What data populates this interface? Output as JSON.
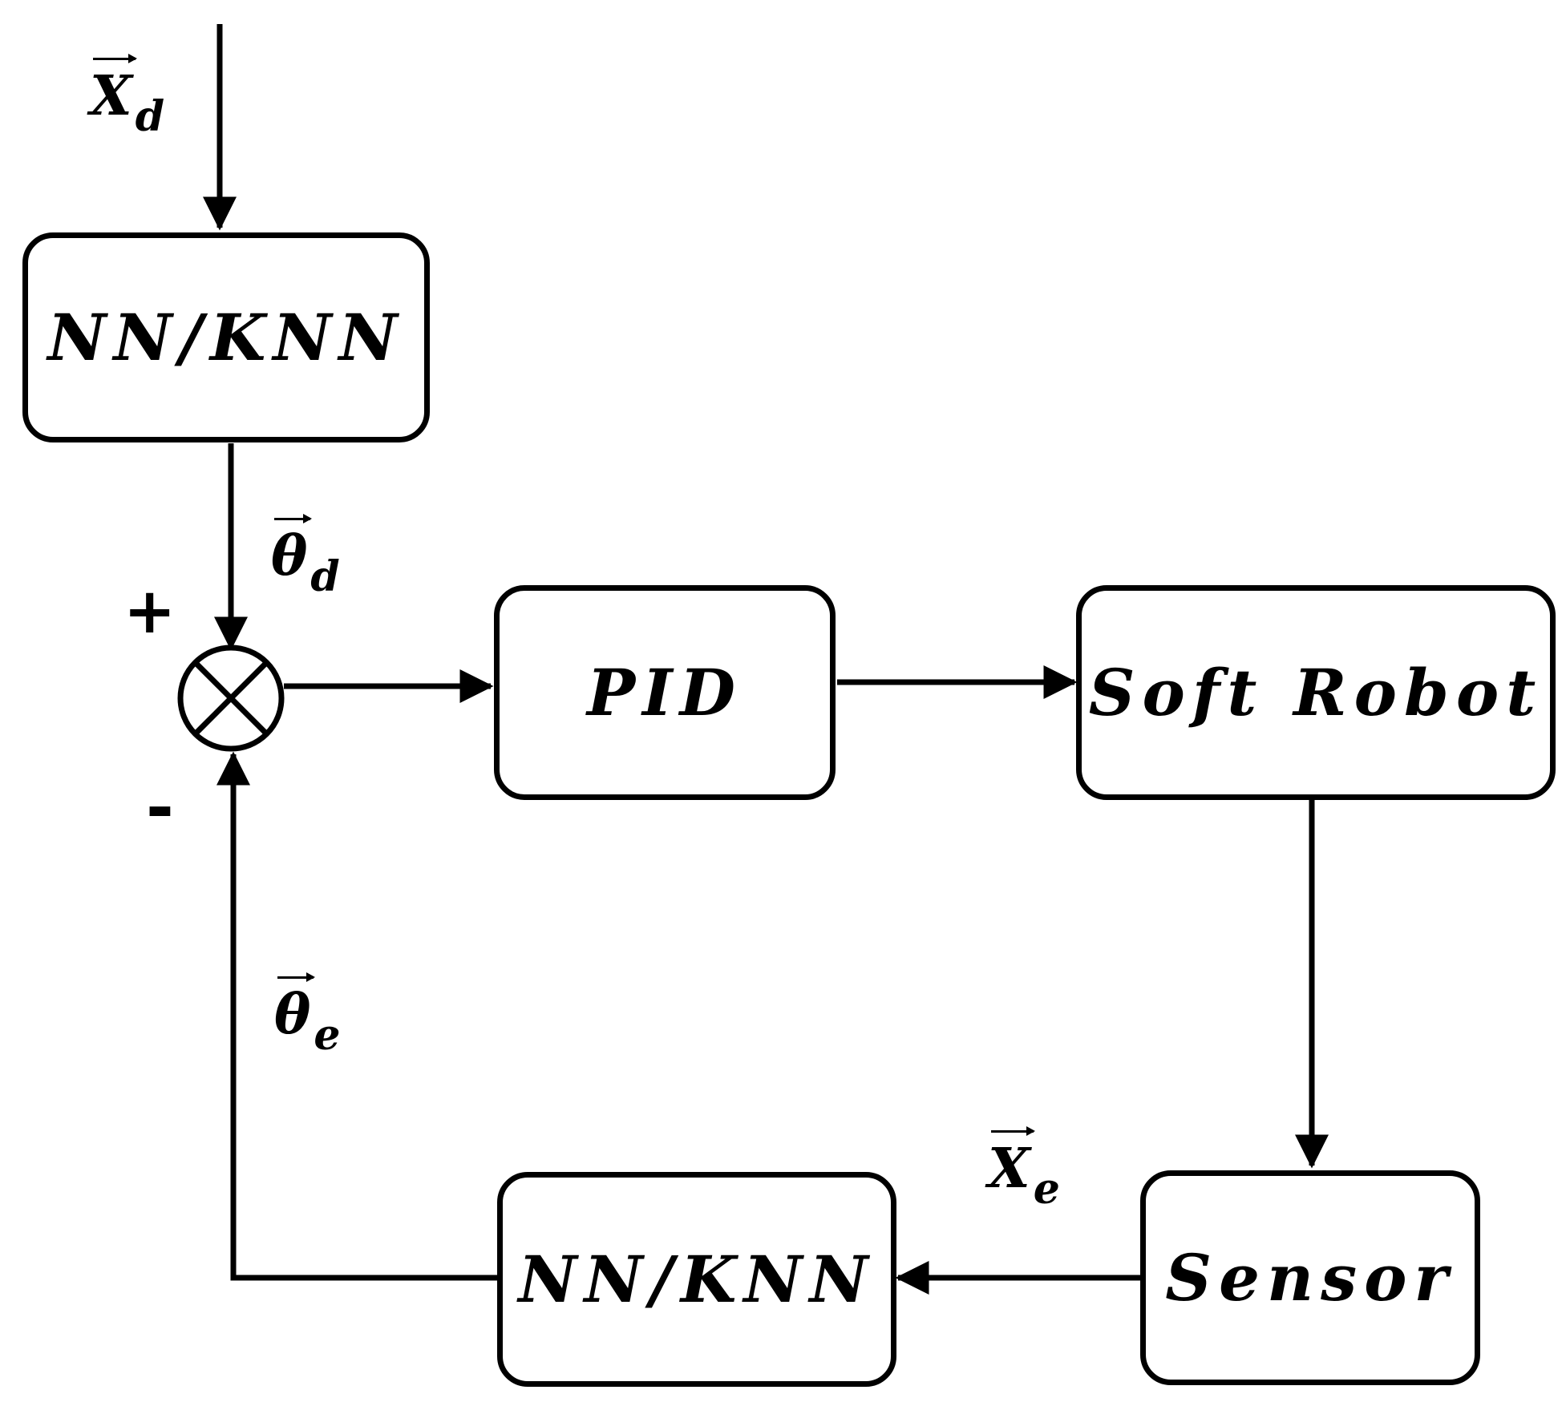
{
  "blocks": {
    "nn_knn_top": "NN/KNN",
    "pid": "PID",
    "soft_robot": "Soft Robot",
    "sensor": "Sensor",
    "nn_knn_bottom": "NN/KNN"
  },
  "signals": {
    "x_d": {
      "symbol": "X",
      "subscript": "d"
    },
    "theta_d": {
      "symbol": "θ",
      "subscript": "d"
    },
    "theta_e": {
      "symbol": "θ",
      "subscript": "e"
    },
    "x_e": {
      "symbol": "X",
      "subscript": "e"
    }
  },
  "summing_junction": {
    "plus": "+",
    "minus": "-"
  }
}
